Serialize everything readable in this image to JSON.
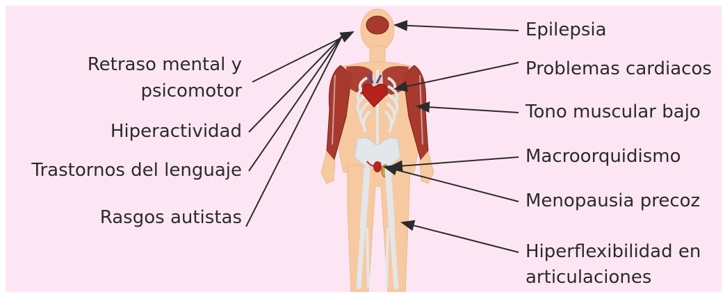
{
  "colors": {
    "background": "#fde6f4",
    "skin": "#f7c9a0",
    "muscle": "#a8392d",
    "bone": "#e3e6ea",
    "heart": "#b5231c",
    "text": "#2b2b2b",
    "arrow": "#2b2b2b"
  },
  "left_labels": {
    "retraso_line1": "Retraso mental y",
    "retraso_line2": "psicomotor",
    "hiperactividad": "Hiperactividad",
    "lenguaje": "Trastornos del lenguaje",
    "autistas": "Rasgos autistas"
  },
  "right_labels": {
    "epilepsia": "Epilepsia",
    "cardiacos": "Problemas cardiacos",
    "tono": "Tono muscular bajo",
    "macro": "Macroorquidismo",
    "menopausia": "Menopausia precoz",
    "hiperflex_line1": "Hiperflexibilidad en",
    "hiperflex_line2": "articulaciones"
  }
}
